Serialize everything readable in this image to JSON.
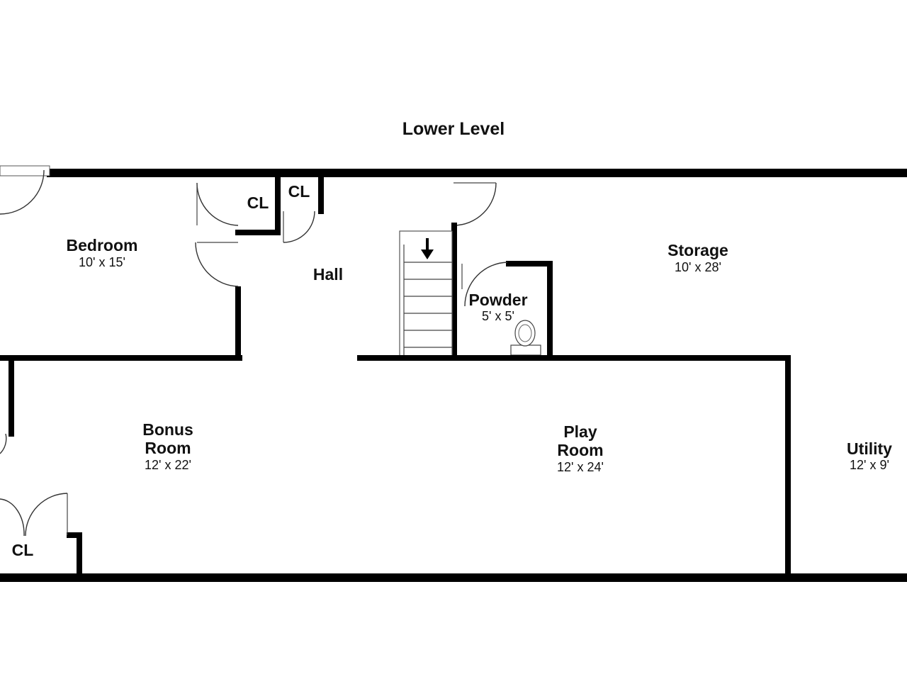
{
  "title": "Lower Level",
  "rooms": {
    "bedroom": {
      "name": "Bedroom",
      "dim": "10' x 15'"
    },
    "closet1": {
      "name": "CL"
    },
    "closet2": {
      "name": "CL"
    },
    "hall": {
      "name": "Hall"
    },
    "storage": {
      "name": "Storage",
      "dim": "10' x 28'"
    },
    "powder": {
      "name": "Powder",
      "dim": "5' x 5'"
    },
    "bonus": {
      "name_line1": "Bonus",
      "name_line2": "Room",
      "dim": "12' x 22'"
    },
    "play": {
      "name_line1": "Play",
      "name_line2": "Room",
      "dim": "12' x 24'"
    },
    "utility": {
      "name": "Utility",
      "dim": "12' x 9'"
    },
    "closet3": {
      "name": "CL"
    }
  },
  "colors": {
    "wall": "#000000",
    "background": "#ffffff"
  }
}
